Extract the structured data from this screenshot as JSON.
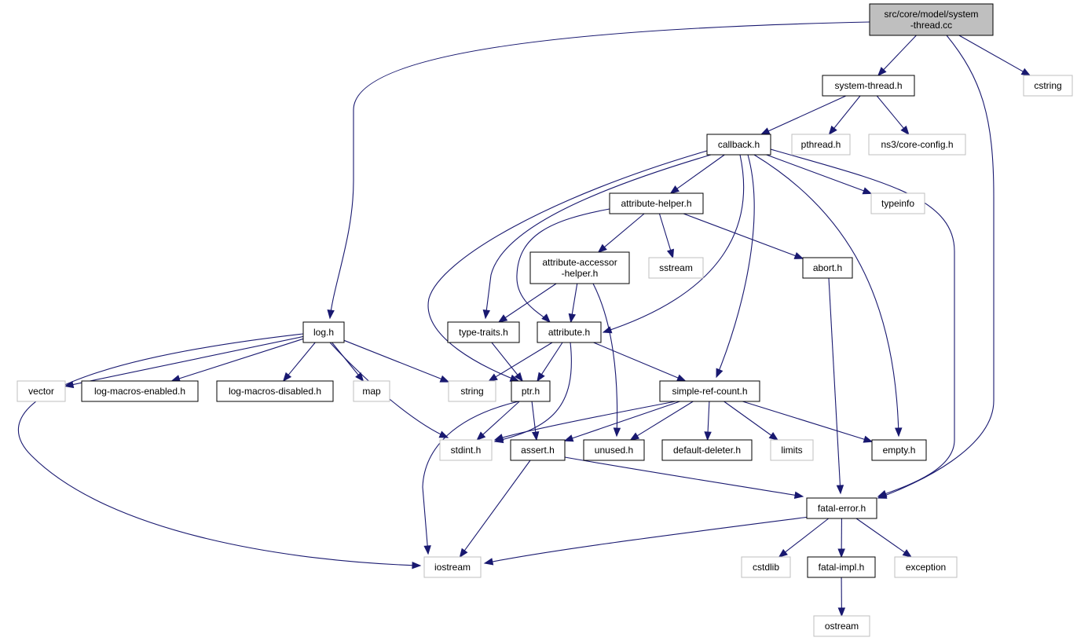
{
  "colors": {
    "edge": "#191970",
    "node_border_local": "#000000",
    "node_border_external": "#bfbfbf",
    "root_fill": "#bfbfbf",
    "node_fill": "#ffffff"
  },
  "nodes": [
    {
      "id": "root",
      "lines": [
        "src/core/model/system",
        "-thread.cc"
      ],
      "kind": "root"
    },
    {
      "id": "system_thread",
      "lines": [
        "system-thread.h"
      ],
      "kind": "local"
    },
    {
      "id": "cstring",
      "lines": [
        "cstring"
      ],
      "kind": "external"
    },
    {
      "id": "callback",
      "lines": [
        "callback.h"
      ],
      "kind": "local"
    },
    {
      "id": "pthread",
      "lines": [
        "pthread.h"
      ],
      "kind": "external"
    },
    {
      "id": "core_config",
      "lines": [
        "ns3/core-config.h"
      ],
      "kind": "external"
    },
    {
      "id": "attribute_helper",
      "lines": [
        "attribute-helper.h"
      ],
      "kind": "local"
    },
    {
      "id": "typeinfo",
      "lines": [
        "typeinfo"
      ],
      "kind": "external"
    },
    {
      "id": "attr_accessor",
      "lines": [
        "attribute-accessor",
        "-helper.h"
      ],
      "kind": "local"
    },
    {
      "id": "sstream",
      "lines": [
        "sstream"
      ],
      "kind": "external"
    },
    {
      "id": "abort",
      "lines": [
        "abort.h"
      ],
      "kind": "local"
    },
    {
      "id": "log",
      "lines": [
        "log.h"
      ],
      "kind": "local"
    },
    {
      "id": "type_traits",
      "lines": [
        "type-traits.h"
      ],
      "kind": "local"
    },
    {
      "id": "attribute",
      "lines": [
        "attribute.h"
      ],
      "kind": "local"
    },
    {
      "id": "vector",
      "lines": [
        "vector"
      ],
      "kind": "external"
    },
    {
      "id": "log_enabled",
      "lines": [
        "log-macros-enabled.h"
      ],
      "kind": "local"
    },
    {
      "id": "log_disabled",
      "lines": [
        "log-macros-disabled.h"
      ],
      "kind": "local"
    },
    {
      "id": "map",
      "lines": [
        "map"
      ],
      "kind": "external"
    },
    {
      "id": "string",
      "lines": [
        "string"
      ],
      "kind": "external"
    },
    {
      "id": "ptr",
      "lines": [
        "ptr.h"
      ],
      "kind": "local"
    },
    {
      "id": "simple_ref",
      "lines": [
        "simple-ref-count.h"
      ],
      "kind": "local"
    },
    {
      "id": "stdint",
      "lines": [
        "stdint.h"
      ],
      "kind": "external"
    },
    {
      "id": "assert",
      "lines": [
        "assert.h"
      ],
      "kind": "local"
    },
    {
      "id": "unused",
      "lines": [
        "unused.h"
      ],
      "kind": "local"
    },
    {
      "id": "default_deleter",
      "lines": [
        "default-deleter.h"
      ],
      "kind": "local"
    },
    {
      "id": "limits",
      "lines": [
        "limits"
      ],
      "kind": "external"
    },
    {
      "id": "empty",
      "lines": [
        "empty.h"
      ],
      "kind": "local"
    },
    {
      "id": "fatal_error",
      "lines": [
        "fatal-error.h"
      ],
      "kind": "local"
    },
    {
      "id": "iostream",
      "lines": [
        "iostream"
      ],
      "kind": "external"
    },
    {
      "id": "cstdlib",
      "lines": [
        "cstdlib"
      ],
      "kind": "external"
    },
    {
      "id": "fatal_impl",
      "lines": [
        "fatal-impl.h"
      ],
      "kind": "local"
    },
    {
      "id": "exception",
      "lines": [
        "exception"
      ],
      "kind": "external"
    },
    {
      "id": "ostream",
      "lines": [
        "ostream"
      ],
      "kind": "external"
    }
  ],
  "edges": [
    [
      "root",
      "system_thread"
    ],
    [
      "root",
      "cstring"
    ],
    [
      "root",
      "log"
    ],
    [
      "root",
      "fatal_error"
    ],
    [
      "system_thread",
      "callback"
    ],
    [
      "system_thread",
      "pthread"
    ],
    [
      "system_thread",
      "core_config"
    ],
    [
      "callback",
      "attribute_helper"
    ],
    [
      "callback",
      "typeinfo"
    ],
    [
      "callback",
      "type_traits"
    ],
    [
      "callback",
      "attribute"
    ],
    [
      "callback",
      "ptr"
    ],
    [
      "callback",
      "simple_ref"
    ],
    [
      "callback",
      "empty"
    ],
    [
      "callback",
      "fatal_error"
    ],
    [
      "attribute_helper",
      "attr_accessor"
    ],
    [
      "attribute_helper",
      "sstream"
    ],
    [
      "attribute_helper",
      "abort"
    ],
    [
      "attribute_helper",
      "attribute"
    ],
    [
      "attr_accessor",
      "type_traits"
    ],
    [
      "attr_accessor",
      "attribute"
    ],
    [
      "attr_accessor",
      "unused"
    ],
    [
      "abort",
      "fatal_error"
    ],
    [
      "log",
      "vector"
    ],
    [
      "log",
      "log_enabled"
    ],
    [
      "log",
      "log_disabled"
    ],
    [
      "log",
      "map"
    ],
    [
      "log",
      "string"
    ],
    [
      "log",
      "stdint"
    ],
    [
      "log",
      "iostream"
    ],
    [
      "type_traits",
      "ptr"
    ],
    [
      "attribute",
      "string"
    ],
    [
      "attribute",
      "ptr"
    ],
    [
      "attribute",
      "simple_ref"
    ],
    [
      "attribute",
      "stdint"
    ],
    [
      "ptr",
      "stdint"
    ],
    [
      "ptr",
      "assert"
    ],
    [
      "ptr",
      "iostream"
    ],
    [
      "simple_ref",
      "stdint"
    ],
    [
      "simple_ref",
      "assert"
    ],
    [
      "simple_ref",
      "unused"
    ],
    [
      "simple_ref",
      "default_deleter"
    ],
    [
      "simple_ref",
      "limits"
    ],
    [
      "simple_ref",
      "empty"
    ],
    [
      "assert",
      "iostream"
    ],
    [
      "assert",
      "fatal_error"
    ],
    [
      "fatal_error",
      "iostream"
    ],
    [
      "fatal_error",
      "cstdlib"
    ],
    [
      "fatal_error",
      "fatal_impl"
    ],
    [
      "fatal_error",
      "exception"
    ],
    [
      "fatal_impl",
      "ostream"
    ]
  ]
}
